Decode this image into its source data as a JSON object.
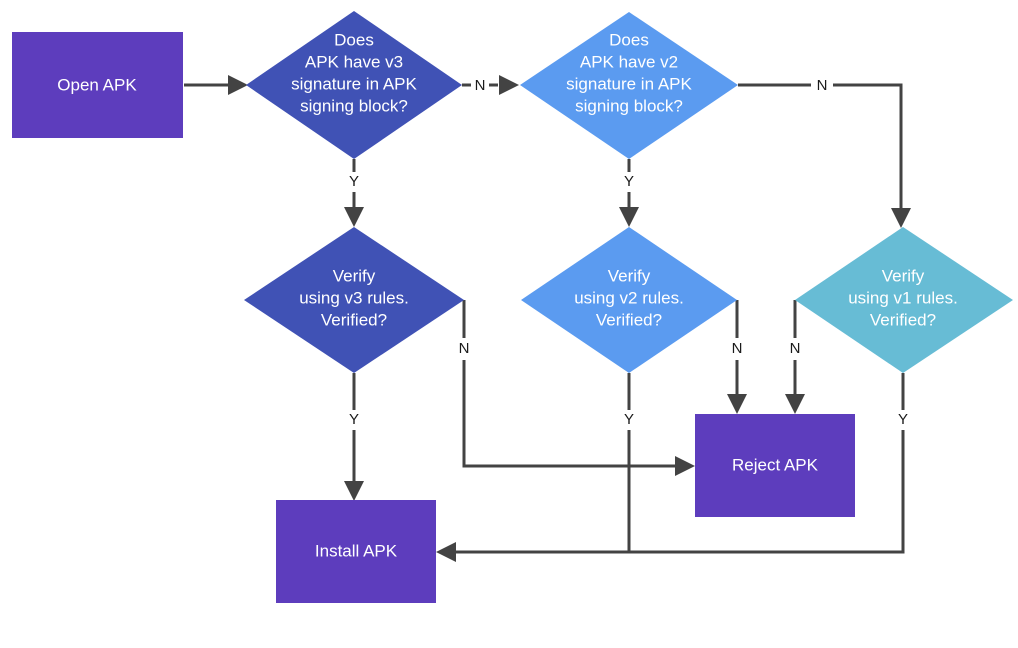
{
  "diagram": {
    "title": "APK signature verification flow",
    "type": "flowchart",
    "background": "#ffffff",
    "edge_color": "#434343",
    "label_color": "#1a1a1a"
  },
  "palette": {
    "purple": "#5d3dbd",
    "indigo": "#4052b5",
    "blue": "#5b9bf0",
    "teal": "#67bcd5",
    "white": "#ffffff"
  },
  "nodes": [
    {
      "id": "open-apk",
      "shape": "rect",
      "color": "#5d3dbd",
      "lines": [
        "Open APK"
      ]
    },
    {
      "id": "has-v3",
      "shape": "diamond",
      "color": "#4052b5",
      "lines": [
        "Does",
        "APK have v3",
        "signature in APK",
        "signing block?"
      ]
    },
    {
      "id": "has-v2",
      "shape": "diamond",
      "color": "#5b9bf0",
      "lines": [
        "Does",
        "APK have v2",
        "signature in APK",
        "signing block?"
      ]
    },
    {
      "id": "verify-v3",
      "shape": "diamond",
      "color": "#4052b5",
      "lines": [
        "Verify",
        "using v3 rules.",
        "Verified?"
      ]
    },
    {
      "id": "verify-v2",
      "shape": "diamond",
      "color": "#5b9bf0",
      "lines": [
        "Verify",
        "using v2 rules.",
        "Verified?"
      ]
    },
    {
      "id": "verify-v1",
      "shape": "diamond",
      "color": "#67bcd5",
      "lines": [
        "Verify",
        "using v1 rules.",
        "Verified?"
      ]
    },
    {
      "id": "reject-apk",
      "shape": "rect",
      "color": "#5d3dbd",
      "lines": [
        "Reject APK"
      ]
    },
    {
      "id": "install-apk",
      "shape": "rect",
      "color": "#5d3dbd",
      "lines": [
        "Install APK"
      ]
    }
  ],
  "edges": [
    {
      "id": "open-to-hasv3",
      "from": "open-apk",
      "to": "has-v3",
      "label": ""
    },
    {
      "id": "hasv3-no-to-hasv2",
      "from": "has-v3",
      "to": "has-v2",
      "label": "N"
    },
    {
      "id": "hasv3-yes-to-verifyv3",
      "from": "has-v3",
      "to": "verify-v3",
      "label": "Y"
    },
    {
      "id": "hasv2-no-to-verifyv1",
      "from": "has-v2",
      "to": "verify-v1",
      "label": "N"
    },
    {
      "id": "hasv2-yes-to-verifyv2",
      "from": "has-v2",
      "to": "verify-v2",
      "label": "Y"
    },
    {
      "id": "verifyv3-yes-to-install",
      "from": "verify-v3",
      "to": "install-apk",
      "label": "Y"
    },
    {
      "id": "verifyv3-no-to-reject",
      "from": "verify-v3",
      "to": "reject-apk",
      "label": "N"
    },
    {
      "id": "verifyv2-yes-to-install",
      "from": "verify-v2",
      "to": "install-apk",
      "label": "Y"
    },
    {
      "id": "verifyv2-no-to-reject",
      "from": "verify-v2",
      "to": "reject-apk",
      "label": "N"
    },
    {
      "id": "verifyv1-no-to-reject",
      "from": "verify-v1",
      "to": "reject-apk",
      "label": "N"
    },
    {
      "id": "verifyv1-yes-to-install",
      "from": "verify-v1",
      "to": "install-apk",
      "label": "Y"
    }
  ],
  "labels": {
    "open_apk": "Open APK",
    "has_v3_l1": "Does",
    "has_v3_l2": "APK have v3",
    "has_v3_l3": "signature in APK",
    "has_v3_l4": "signing block?",
    "has_v2_l1": "Does",
    "has_v2_l2": "APK have v2",
    "has_v2_l3": "signature in APK",
    "has_v2_l4": "signing block?",
    "verify_v3_l1": "Verify",
    "verify_v3_l2": "using v3 rules.",
    "verify_v3_l3": "Verified?",
    "verify_v2_l1": "Verify",
    "verify_v2_l2": "using v2 rules.",
    "verify_v2_l3": "Verified?",
    "verify_v1_l1": "Verify",
    "verify_v1_l2": "using v1 rules.",
    "verify_v1_l3": "Verified?",
    "reject_apk": "Reject APK",
    "install_apk": "Install APK",
    "n_hasv3": "N",
    "y_hasv3": "Y",
    "n_hasv2": "N",
    "y_hasv2": "Y",
    "n_verifyv3": "N",
    "y_verifyv3": "Y",
    "n_verifyv2": "N",
    "y_verifyv2": "Y",
    "n_verifyv1": "N",
    "y_verifyv1": "Y"
  }
}
